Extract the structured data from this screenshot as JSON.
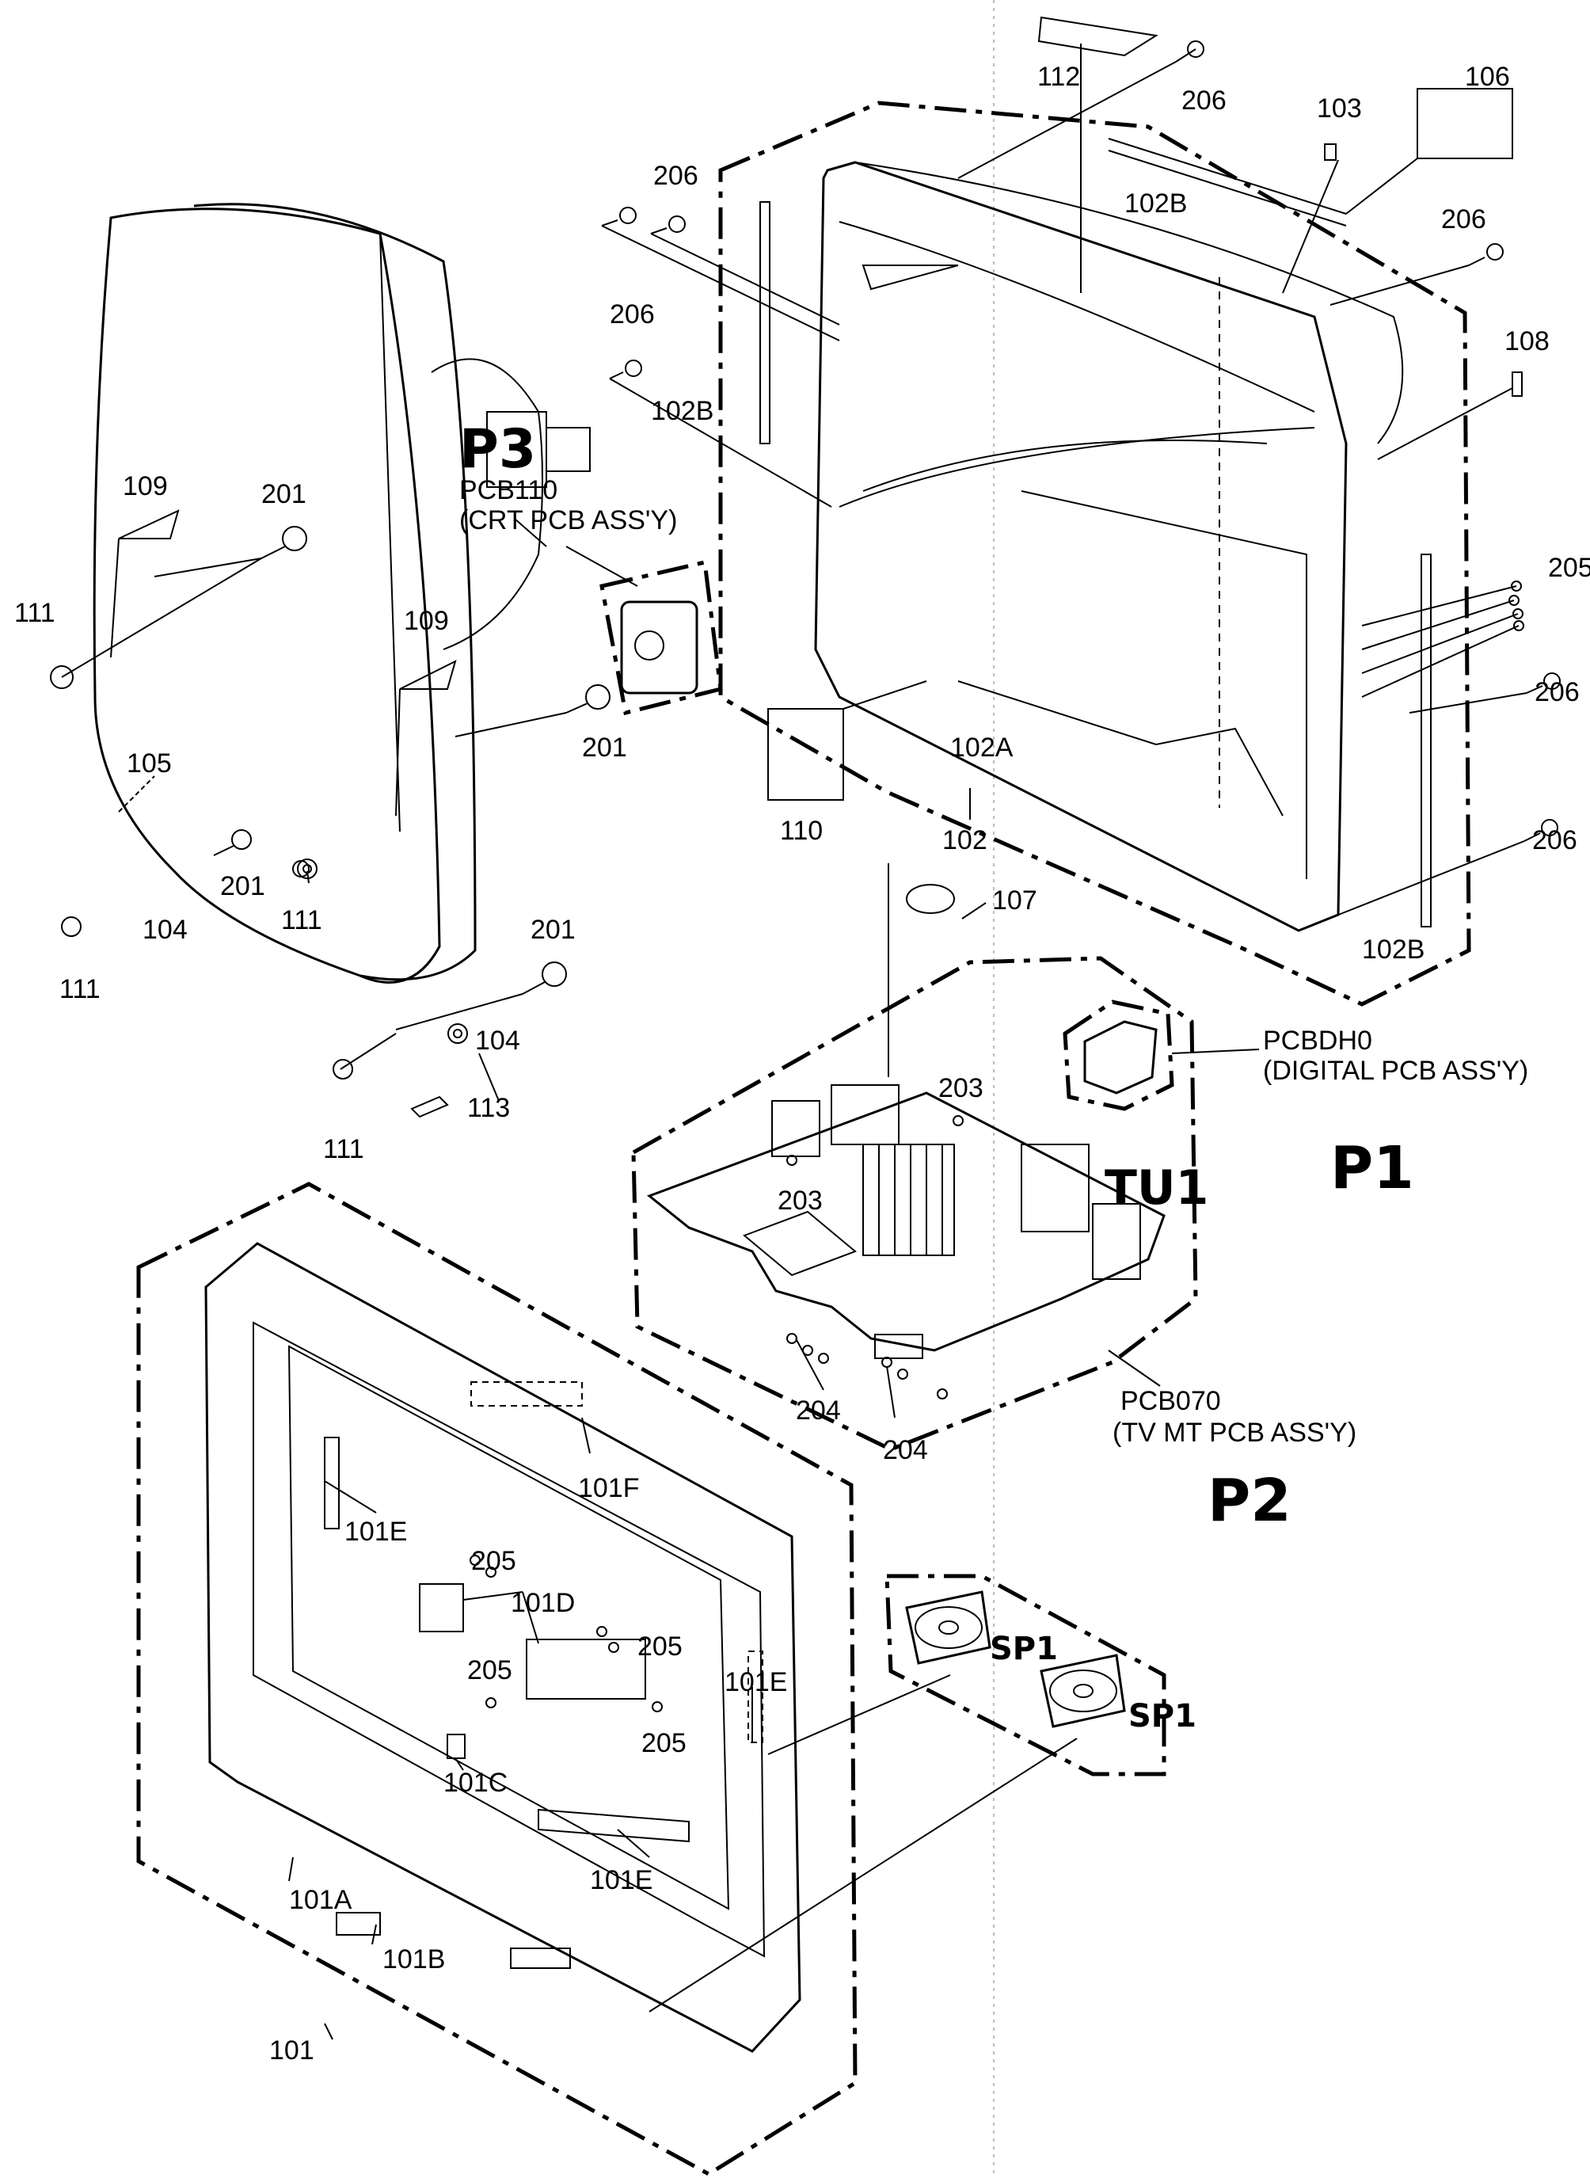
{
  "labels": {
    "l101": "101",
    "l101A": "101A",
    "l101B": "101B",
    "l101C": "101C",
    "l101D": "101D",
    "l101E": "101E",
    "l101F": "101F",
    "l102": "102",
    "l102A": "102A",
    "l102B": "102B",
    "l103": "103",
    "l104": "104",
    "l105": "105",
    "l106": "106",
    "l107": "107",
    "l108": "108",
    "l109": "109",
    "l110": "110",
    "l111": "111",
    "l112": "112",
    "l113": "113",
    "l201": "201",
    "l203": "203",
    "l204": "204",
    "l205": "205",
    "l206": "206"
  },
  "pcb": {
    "p3_code": "PCB110",
    "p3_desc": "(CRT PCB ASS'Y)",
    "p1_code": "PCBDH0",
    "p1_desc": "(DIGITAL PCB ASS'Y)",
    "p2_code": "PCB070",
    "p2_desc": "(TV MT PCB ASS'Y)"
  },
  "handwritten": {
    "p3": "P3",
    "p1": "P1",
    "p2": "P2",
    "tu1": "TU1",
    "sp1_a": "SP1",
    "sp1_b": "SP1"
  }
}
